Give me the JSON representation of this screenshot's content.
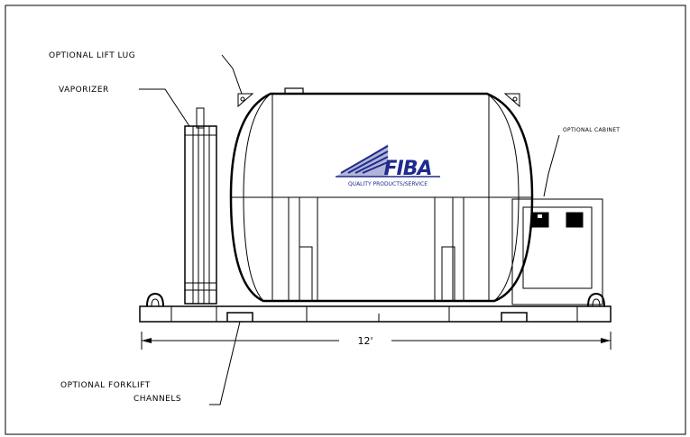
{
  "labels": {
    "lift_lug": "OPTIONAL LIFT LUG",
    "vaporizer": "VAPORIZER",
    "cabinet": "OPTIONAL CABINET",
    "forklift_line1": "OPTIONAL FORKLIFT",
    "forklift_line2": "CHANNELS",
    "dimension": "12'"
  },
  "logo": {
    "brand": "FIBA",
    "tagline": "QUALITY PRODUCTS/SERVICE",
    "color": "#1f2a8c"
  },
  "colors": {
    "line": "#000000",
    "background": "#ffffff"
  }
}
